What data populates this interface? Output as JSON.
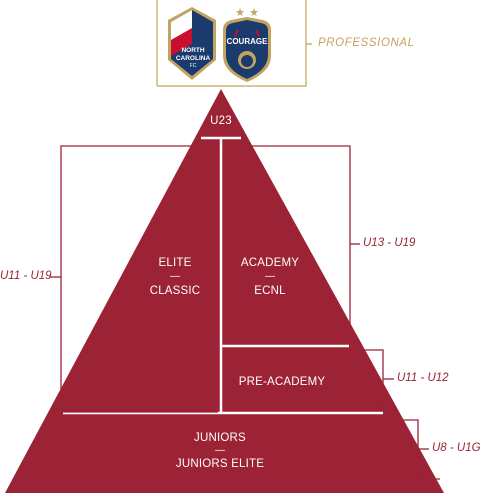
{
  "colors": {
    "pyramid": "#9b2335",
    "divider": "#ffffff",
    "bracket": "#9b2335",
    "gold": "#c2a45f",
    "navy": "#1b3a6e"
  },
  "logos": [
    {
      "icon": "nc-fc-crest-icon",
      "text": "NORTH CAROLINA FC"
    },
    {
      "icon": "nc-courage-crest-icon",
      "text": "COURAGE"
    }
  ],
  "professional_label": "PROFESSIONAL",
  "tiers": {
    "u23": "U23",
    "elite_top": "ELITE",
    "elite_bottom": "CLASSIC",
    "academy_top": "ACADEMY",
    "academy_bottom": "ECNL",
    "pre_academy": "PRE-ACADEMY",
    "juniors_top": "JUNIORS",
    "juniors_bottom": "JUNIORS ELITE",
    "separator": "—"
  },
  "brackets": {
    "left": "U11 - U19",
    "right_top": "U13 - U19",
    "right_middle": "U11 - U12",
    "right_bottom": "U8 - U1G"
  }
}
